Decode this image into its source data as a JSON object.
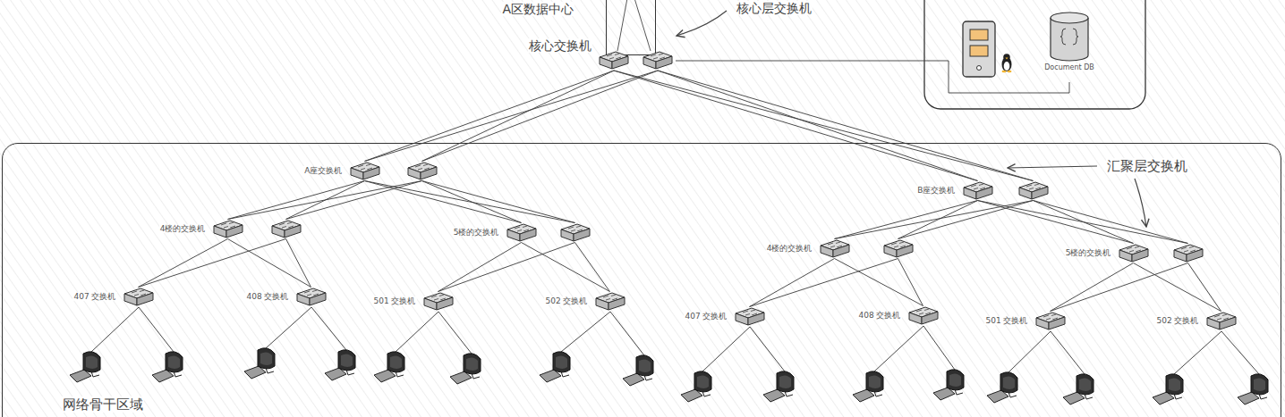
{
  "diagram": {
    "nodes": [
      {
        "text": [
          "A区数据中心"
        ]
      },
      {
        "text": [
          "核心交换机"
        ]
      },
      {
        "text": [
          "Document DB"
        ]
      },
      {
        "text": [
          "网络骨干区域"
        ]
      },
      {
        "text": [
          "A座交换机"
        ],
        "in": 3
      },
      {
        "text": [
          "4楼的交换机"
        ],
        "in": 3
      },
      {
        "text": [
          "5楼的交换机"
        ],
        "in": 3
      },
      {
        "text": [
          "407 交换机"
        ],
        "in": 3
      },
      {
        "text": [
          "408 交换机"
        ],
        "in": 3
      },
      {
        "text": [
          "501 交换机"
        ],
        "in": 3
      },
      {
        "text": [
          "502 交换机"
        ],
        "in": 3
      },
      {
        "text": [
          "B座交换机"
        ],
        "in": 3
      },
      {
        "text": [
          "4楼的交换机"
        ],
        "in": 3
      },
      {
        "text": [
          "5楼的交换机"
        ],
        "in": 3
      },
      {
        "text": [
          "407 交换机"
        ],
        "in": 3
      },
      {
        "text": [
          "408 交换机"
        ],
        "in": 3
      },
      {
        "text": [
          "501 交换机"
        ],
        "in": 3
      },
      {
        "text": [
          "502 交换机"
        ],
        "in": 3
      }
    ],
    "edges": [
      {
        "from": 1,
        "to": 2,
        "arrow": "none"
      },
      {
        "from": 1,
        "to": 4,
        "arrow": "none"
      },
      {
        "from": 1,
        "to": 11,
        "arrow": "none"
      },
      {
        "from": 4,
        "to": 5,
        "arrow": "none"
      },
      {
        "from": 4,
        "to": 6,
        "arrow": "none"
      },
      {
        "from": 5,
        "to": 7,
        "arrow": "none"
      },
      {
        "from": 5,
        "to": 8,
        "arrow": "none"
      },
      {
        "from": 6,
        "to": 9,
        "arrow": "none"
      },
      {
        "from": 6,
        "to": 10,
        "arrow": "none"
      },
      {
        "from": 11,
        "to": 12,
        "arrow": "none"
      },
      {
        "from": 11,
        "to": 13,
        "arrow": "none"
      },
      {
        "from": 12,
        "to": 14,
        "arrow": "none"
      },
      {
        "from": 12,
        "to": 15,
        "arrow": "none"
      },
      {
        "from": 13,
        "to": 16,
        "arrow": "none"
      },
      {
        "from": 13,
        "to": 17,
        "arrow": "none"
      }
    ],
    "labels": [
      "核心层交换机",
      "汇聚层交换机"
    ]
  }
}
